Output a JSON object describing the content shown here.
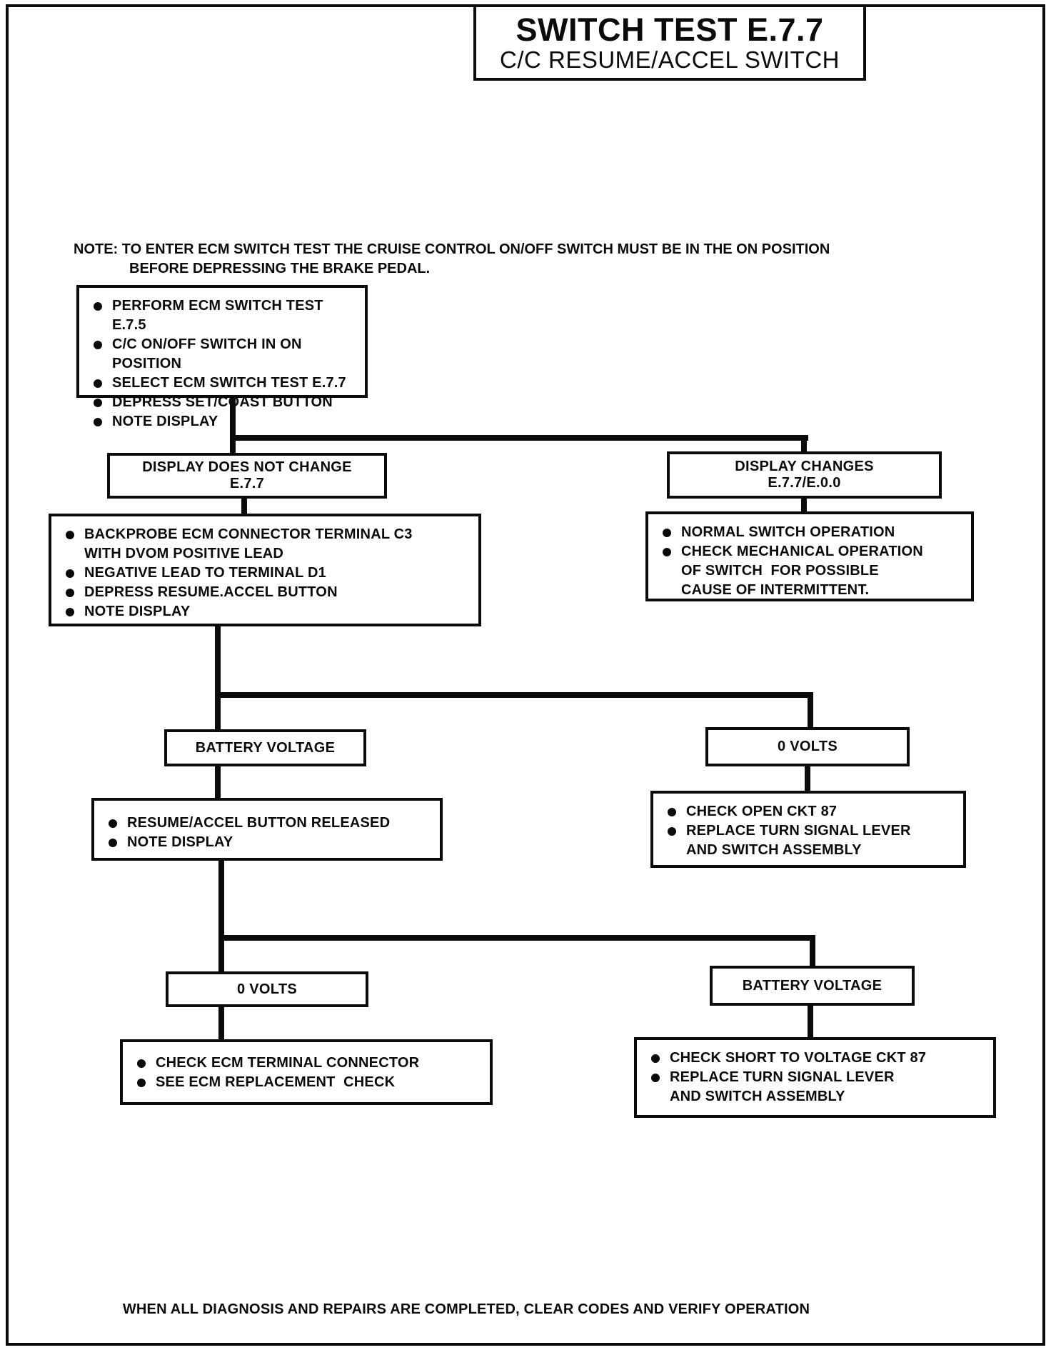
{
  "page": {
    "title": "SWITCH TEST E.7.7",
    "subtitle": "C/C RESUME/ACCEL SWITCH",
    "note_label": "NOTE:",
    "note_line1": "TO ENTER ECM SWITCH TEST THE CRUISE CONTROL ON/OFF SWITCH MUST BE IN THE ON POSITION",
    "note_line2": "BEFORE DEPRESSING THE BRAKE PEDAL.",
    "footer": "WHEN ALL DIAGNOSIS AND REPAIRS ARE COMPLETED, CLEAR CODES AND VERIFY OPERATION",
    "colors": {
      "ink": "#0b0b0b",
      "paper": "#ffffff"
    }
  },
  "flowchart": {
    "start": {
      "items": [
        "PERFORM ECM SWITCH TEST E.7.5",
        "C/C ON/OFF SWITCH IN ON POSITION",
        "SELECT ECM SWITCH TEST E.7.7",
        "DEPRESS SET/COAST BUTTON",
        "NOTE DISPLAY"
      ]
    },
    "display_no_change": {
      "line1": "DISPLAY DOES NOT CHANGE",
      "line2": "E.7.7"
    },
    "display_changes": {
      "line1": "DISPLAY CHANGES",
      "line2": "E.7.7/E.0.0"
    },
    "backprobe": {
      "items": [
        "BACKPROBE ECM CONNECTOR TERMINAL C3\nWITH DVOM POSITIVE LEAD",
        "NEGATIVE LEAD TO TERMINAL D1",
        "DEPRESS RESUME.ACCEL BUTTON",
        "NOTE DISPLAY"
      ]
    },
    "normal_operation": {
      "items": [
        "NORMAL SWITCH OPERATION",
        "CHECK MECHANICAL OPERATION\nOF SWITCH  FOR POSSIBLE\nCAUSE OF INTERMITTENT."
      ]
    },
    "battery_voltage_1": {
      "label": "BATTERY VOLTAGE"
    },
    "zero_volts_1": {
      "label": "0 VOLTS"
    },
    "resume_released": {
      "items": [
        "RESUME/ACCEL BUTTON RELEASED",
        "NOTE DISPLAY"
      ]
    },
    "check_open": {
      "items": [
        "CHECK OPEN CKT 87",
        "REPLACE TURN SIGNAL LEVER\nAND SWITCH ASSEMBLY"
      ]
    },
    "zero_volts_2": {
      "label": "0 VOLTS"
    },
    "battery_voltage_2": {
      "label": "BATTERY VOLTAGE"
    },
    "check_ecm": {
      "items": [
        "CHECK ECM TERMINAL CONNECTOR",
        "SEE ECM REPLACEMENT  CHECK"
      ]
    },
    "check_short": {
      "items": [
        "CHECK SHORT TO VOLTAGE CKT 87",
        "REPLACE TURN SIGNAL LEVER\nAND SWITCH ASSEMBLY"
      ]
    }
  }
}
